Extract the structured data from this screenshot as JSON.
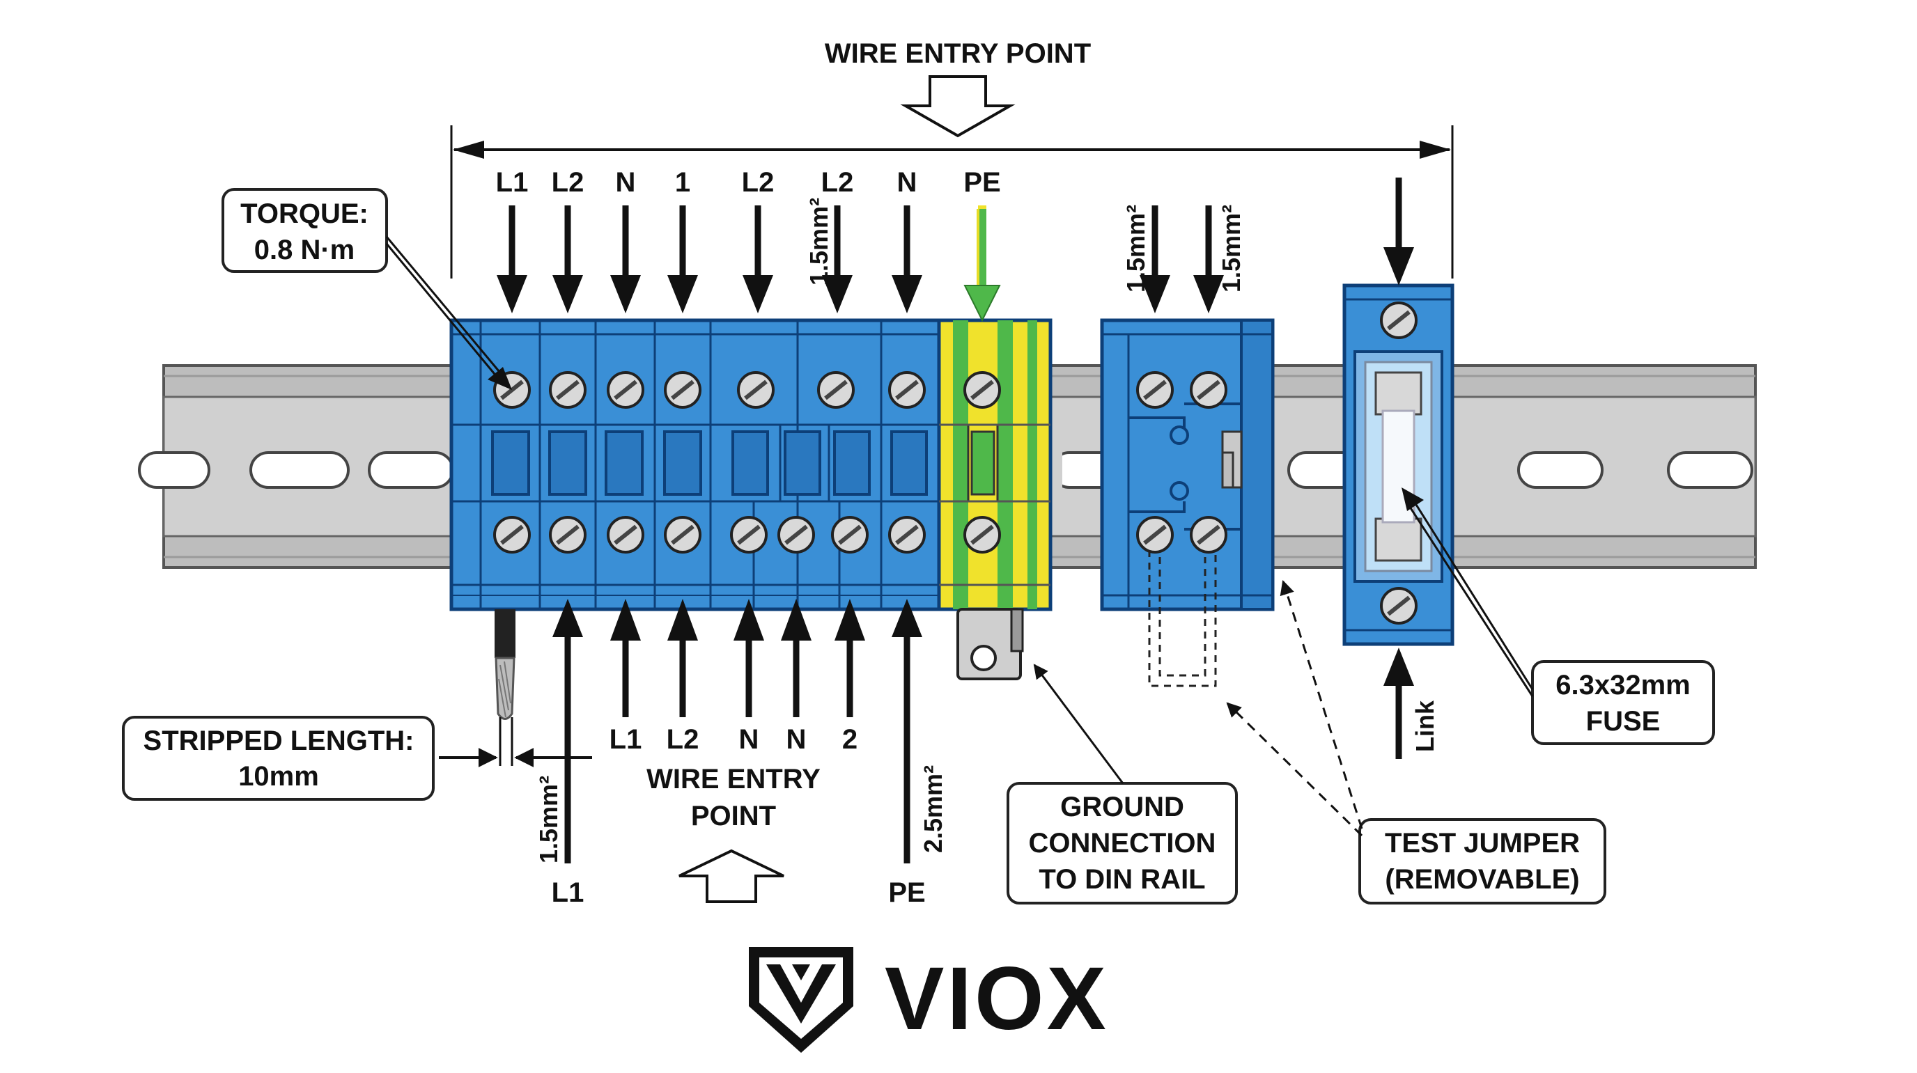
{
  "top_entry": {
    "label": "WIRE ENTRY POINT"
  },
  "bottom_entry": {
    "line1": "WIRE ENTRY",
    "line2": "POINT"
  },
  "top_terminals": [
    "L1",
    "L2",
    "N",
    "1",
    "L2",
    "L2",
    "N",
    "PE"
  ],
  "bottom_terminals": [
    "L1",
    "L2",
    "N",
    "N",
    "2"
  ],
  "bottom_wire_labels": {
    "l1": "L1",
    "pe": "PE"
  },
  "wire_sizes": {
    "top_l2": "1.5mm²",
    "disconnect_left": "1.5mm²",
    "disconnect_right": "1.5mm²",
    "bottom_l1": "1.5mm²",
    "bottom_pe": "2.5mm²"
  },
  "link_label": "Link",
  "callouts": {
    "torque": {
      "line1": "TORQUE:",
      "line2": "0.8 N·m"
    },
    "stripped": {
      "line1": "STRIPPED LENGTH:",
      "line2": "10mm"
    },
    "ground": {
      "line1": "GROUND",
      "line2": "CONNECTION",
      "line3": "TO DIN RAIL"
    },
    "jumper": {
      "line1": "TEST JUMPER",
      "line2": "(REMOVABLE)"
    },
    "fuse": {
      "line1": "6.3x32mm",
      "line2": "FUSE"
    }
  },
  "brand": {
    "name": "VIOX"
  },
  "colors": {
    "terminal_blue": "#3a8fd6",
    "terminal_edge": "#0d3f78",
    "pe_yellow": "#f0e22c",
    "pe_green": "#4fb84a",
    "rail_grey": "#c6c6c6",
    "arrow": "#111111"
  }
}
